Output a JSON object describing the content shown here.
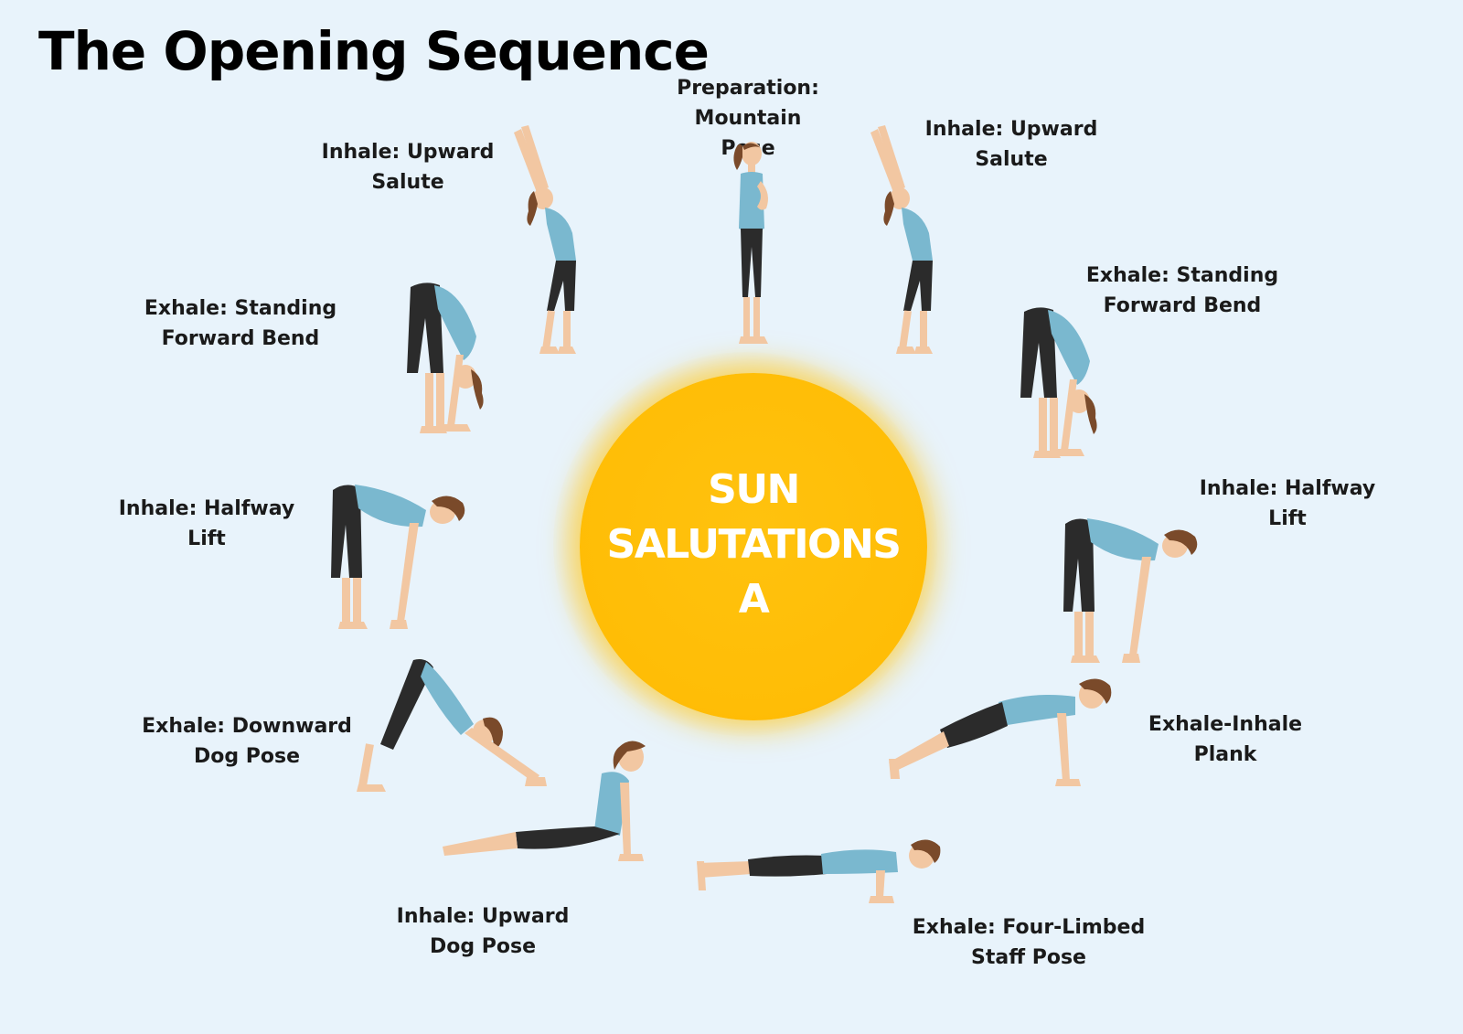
{
  "title": "The Opening Sequence",
  "center_label": "SUN\nSALUTATIONS\nA",
  "colors": {
    "background": "#e8f3fb",
    "sun": "#ffbd06",
    "skin": "#f2c7a2",
    "top": "#7ab8cf",
    "leggings": "#2b2b2b",
    "hair": "#7a4a2a"
  },
  "poses": [
    {
      "label": "Preparation: Mountain\nPose"
    },
    {
      "label": "Inhale: Upward\nSalute"
    },
    {
      "label": "Exhale: Standing\nForward Bend"
    },
    {
      "label": "Inhale: Halfway\nLift"
    },
    {
      "label": "Exhale-Inhale\nPlank"
    },
    {
      "label": "Exhale: Four-Limbed\nStaff Pose"
    },
    {
      "label": "Inhale: Upward\nDog Pose"
    },
    {
      "label": "Exhale: Downward\nDog Pose"
    },
    {
      "label": "Inhale: Halfway\nLift"
    },
    {
      "label": "Exhale: Standing\nForward Bend"
    },
    {
      "label": "Inhale: Upward\nSalute"
    }
  ]
}
